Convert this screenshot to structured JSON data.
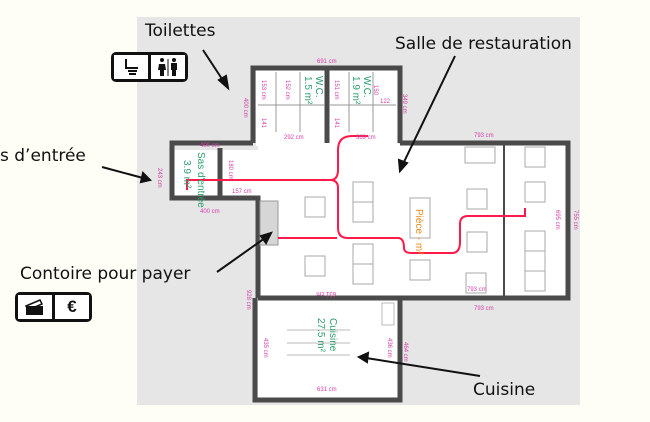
{
  "callouts": {
    "toilets": "Toilettes",
    "dining": "Salle de restauration",
    "entrance": "s d’entrée",
    "counter": "Contoire pour payer",
    "kitchen": "Cuisine"
  },
  "icons": {
    "toilet": "toilet-icon",
    "people": "man-woman-icon",
    "card": "payment-card-icon",
    "euro": "€"
  },
  "rooms": {
    "wc1": {
      "name": "W.C.",
      "area": "1.5 m²"
    },
    "wc2": {
      "name": "W.C.",
      "area": "1.9 m²"
    },
    "sas": {
      "name": "Sas d'entrée",
      "area": "3.9 m²"
    },
    "piece": {
      "name": "Pièce",
      "area": "- m²"
    },
    "cuisine": {
      "name": "Cuisine",
      "area": "27.5 m²"
    }
  },
  "dimensions": {
    "top_wc": "691 cm",
    "wc_left": "400 cm",
    "wc_right": "349 cm",
    "stall1": "153 cm",
    "stall2": "152 cm",
    "stall3": "151 cm",
    "stall4": "150",
    "stall5": "122",
    "d141a": "141",
    "d141b": "141",
    "d292": "292 cm",
    "d369": "369 cm",
    "sas_top": "400 cm",
    "sas_h": "243 cm",
    "d180": "180 cm",
    "d157": "157 cm",
    "sas_bottom": "400 cm",
    "dining_top": "793 cm",
    "dining_inner": "793 cm",
    "dining_bottom": "793 cm",
    "d695": "695 cm",
    "d755": "755 cm",
    "d631a": "631 cm",
    "d928": "928 cm",
    "k_left": "435 cm",
    "k_right": "436 cm",
    "k_outer": "464 cm",
    "k_bottom": "631 cm"
  },
  "colors": {
    "wall": "#4a4a4a",
    "route": "#ff1a4a",
    "dimension": "#d43fa8",
    "room_label": "#2f9e6e",
    "piece_label": "#f08a1c",
    "backdrop": "#e6e6e6"
  }
}
